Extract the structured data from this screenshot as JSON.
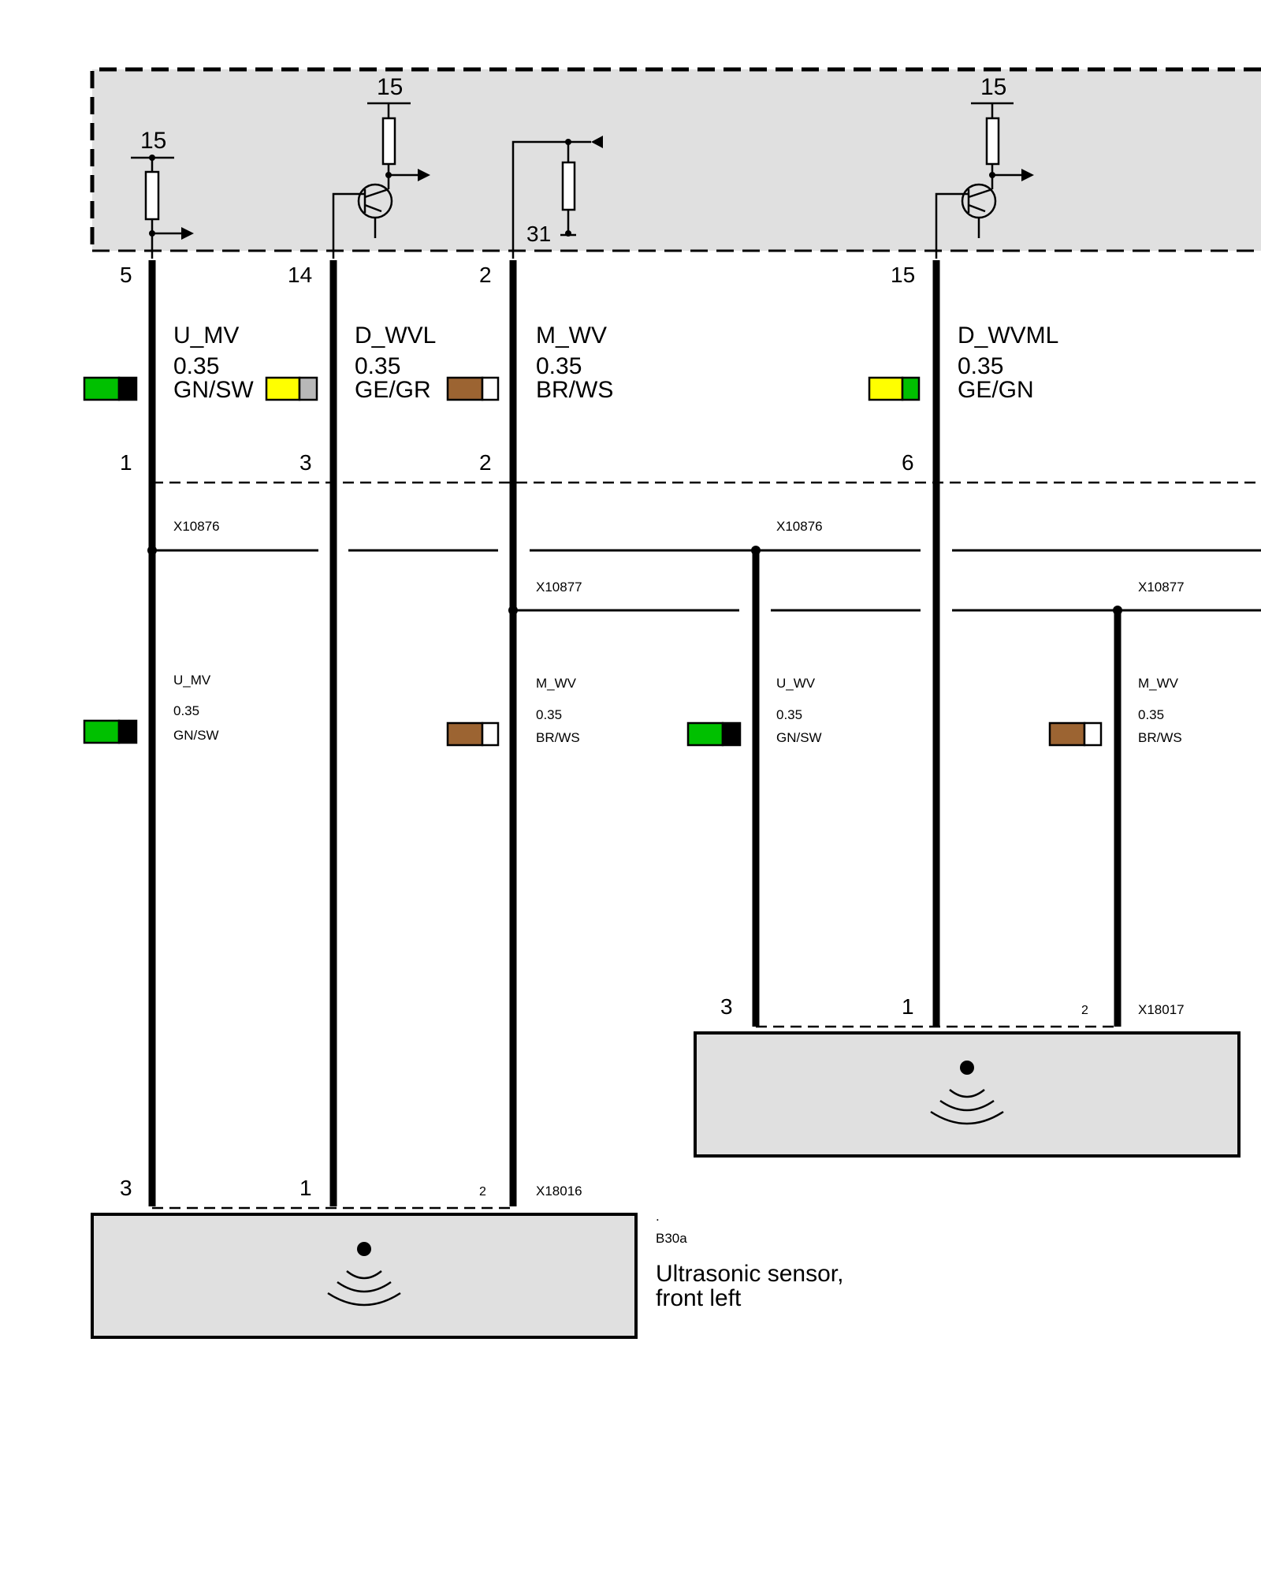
{
  "control_unit": {
    "supply_labels": [
      "15",
      "15",
      "15"
    ],
    "ground_label": "31"
  },
  "pins_top": [
    "5",
    "14",
    "2",
    "15"
  ],
  "pins_mid": [
    "1",
    "3",
    "2",
    "6"
  ],
  "wires_top": [
    {
      "name": "U_MV",
      "size": "0.35",
      "color": "GN/SW",
      "c1": "#00c000",
      "c2": "#000000"
    },
    {
      "name": "D_WVL",
      "size": "0.35",
      "color": "GE/GR",
      "c1": "#ffff00",
      "c2": "#b8b8b8"
    },
    {
      "name": "M_WV",
      "size": "0.35",
      "color": "BR/WS",
      "c1": "#9c6432",
      "c2": "#ffffff"
    },
    {
      "name": "D_WVML",
      "size": "0.35",
      "color": "GE/GN",
      "c1": "#ffff00",
      "c2": "#00c000"
    }
  ],
  "splices": [
    {
      "id": "X10876"
    },
    {
      "id": "X10877"
    },
    {
      "id": "X10876"
    },
    {
      "id": "X10877"
    }
  ],
  "wires_lower": [
    {
      "name": "U_MV",
      "size": "0.35",
      "color": "GN/SW",
      "c1": "#00c000",
      "c2": "#000000"
    },
    {
      "name": "M_WV",
      "size": "0.35",
      "color": "BR/WS",
      "c1": "#9c6432",
      "c2": "#ffffff"
    },
    {
      "name": "U_WV",
      "size": "0.35",
      "color": "GN/SW",
      "c1": "#00c000",
      "c2": "#000000"
    },
    {
      "name": "M_WV",
      "size": "0.35",
      "color": "BR/WS",
      "c1": "#9c6432",
      "c2": "#ffffff"
    }
  ],
  "sensor_left": {
    "pins": [
      "3",
      "1",
      "2"
    ],
    "connector": "X18016",
    "dot": ".",
    "id": "B30a",
    "name_line1": "Ultrasonic sensor,",
    "name_line2": "front left"
  },
  "sensor_right": {
    "pins": [
      "3",
      "1",
      "2"
    ],
    "connector": "X18017"
  },
  "colors": {
    "module_fill": "#e0e0e0",
    "wire": "#000000"
  }
}
